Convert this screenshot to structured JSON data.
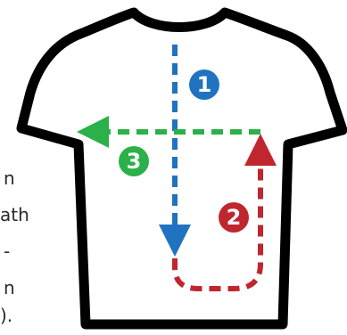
{
  "steps": [
    {
      "number": "1",
      "color": "#1f73c0",
      "direction": "down"
    },
    {
      "number": "2",
      "color": "#c0262e",
      "direction": "u-turn up"
    },
    {
      "number": "3",
      "color": "#2bb04a",
      "direction": "left"
    }
  ],
  "side_text": [
    "n",
    "ath",
    "-",
    "n",
    ")."
  ],
  "colors": {
    "outline": "#000000",
    "shirt": "#ffffff",
    "text": "#2a2a2a"
  }
}
